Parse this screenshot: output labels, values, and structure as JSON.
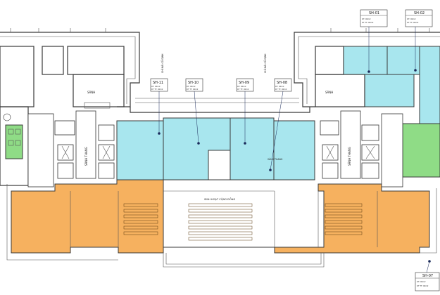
{
  "labels": {
    "sanh_left": "SẢNH",
    "sanh_right": "SẢNH",
    "stair_left": "SẢNH THANG",
    "stair_right": "SẢNH THANG",
    "stair_center": "SẢNH THANG",
    "common_area": "SINH HOẠT CỘNG ĐỒNG",
    "roof_left": "CHỈ MÁI CỐ ĐỊNH",
    "roof_right": "CHỈ MÁI CỐ ĐỊNH"
  },
  "units": [
    {
      "id": "SH-11",
      "line1": "DT: 00m2",
      "line2": "DT TT: 00m2"
    },
    {
      "id": "SH-10",
      "line1": "DT: 00m2",
      "line2": "DT TT: 00m2"
    },
    {
      "id": "SH-09",
      "line1": "DT: 00m2",
      "line2": "DT TT: 00m2"
    },
    {
      "id": "SH-08",
      "line1": "DT: 00m2",
      "line2": "DT TT: 00m2"
    },
    {
      "id": "SH-01",
      "line1": "DT: 00m2",
      "line2": "DT TT: 00m2"
    },
    {
      "id": "SH-02",
      "line1": "DT: 00m2",
      "line2": "DT TT: 00m2"
    },
    {
      "id": "SH-07",
      "line1": "DT: 00m2",
      "line2": "DT TT: 00m2"
    }
  ],
  "colors": {
    "residential_unit": "#a8e6ee",
    "community_area": "#f6b15f",
    "green_area": "#8fdc86",
    "leader_line": "#1a2a5a"
  }
}
